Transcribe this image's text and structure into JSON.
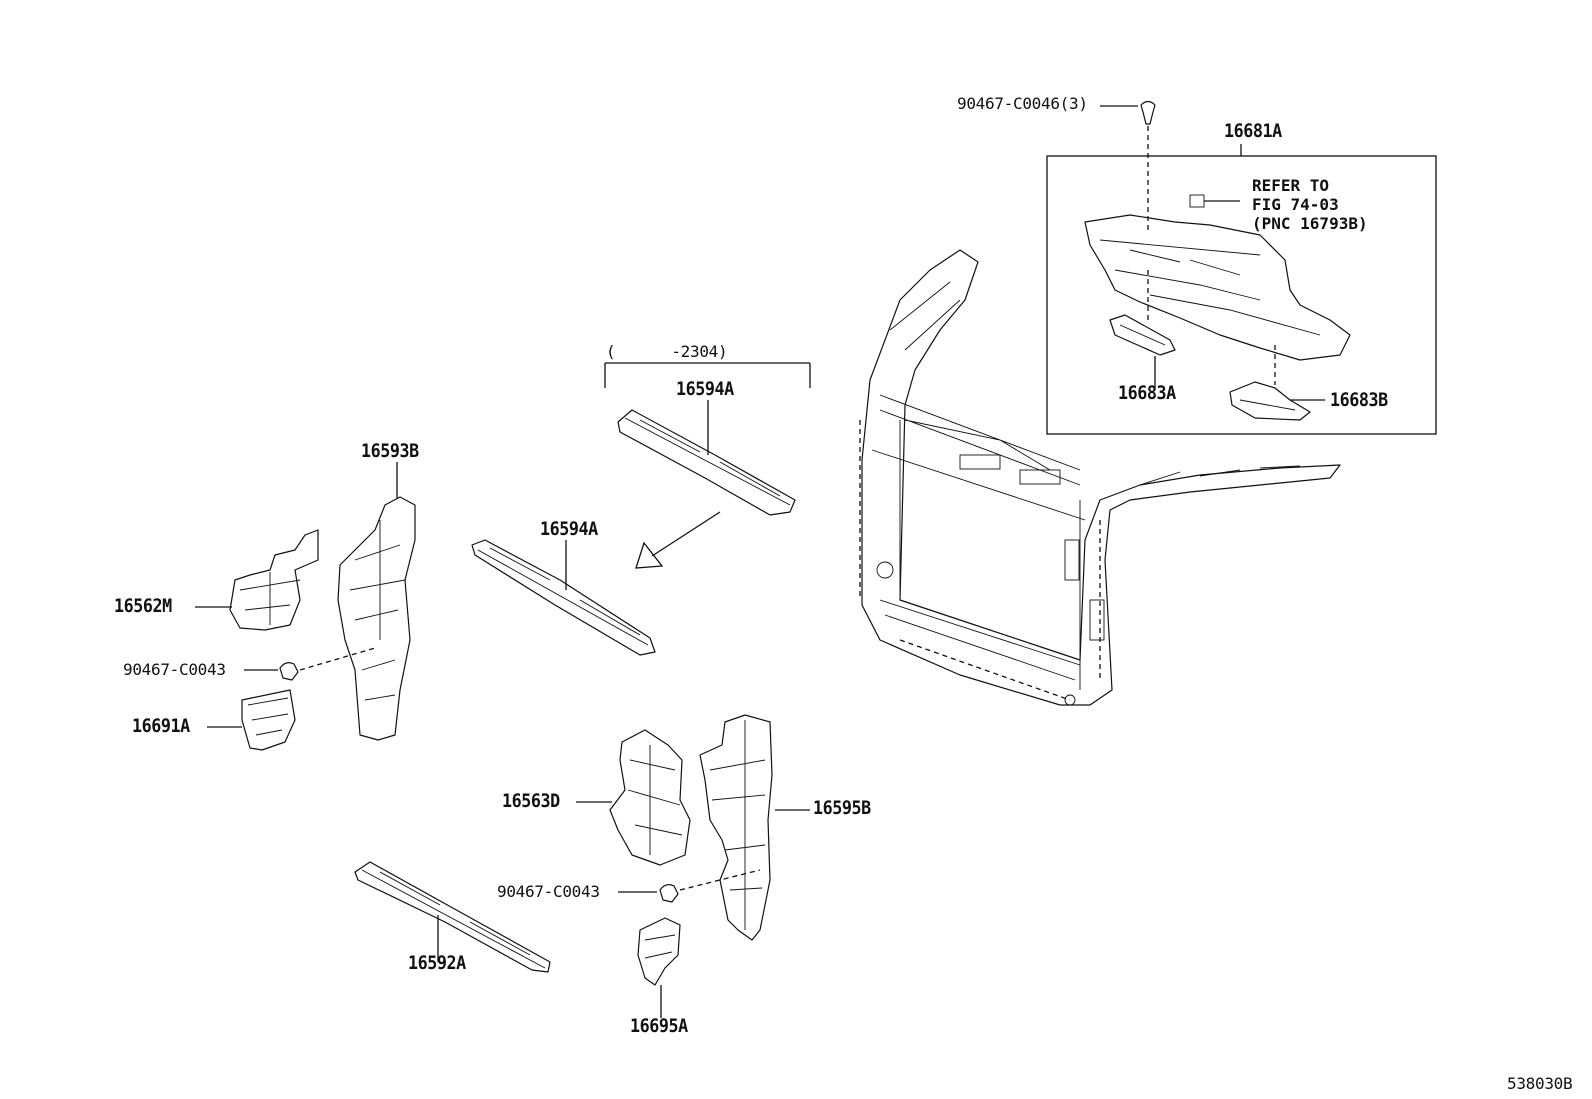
{
  "diagram_id": "538030B",
  "callouts": {
    "p16681A": "16681A",
    "p90467_C0046": "90467-C0046(3)",
    "refer_line1": "REFER TO",
    "refer_line2": "FIG 74-03",
    "refer_line3": "(PNC 16793B)",
    "p16683A": "16683A",
    "p16683B": "16683B",
    "date_range": "(      -2304)",
    "p16594A_top": "16594A",
    "p16594A_mid": "16594A",
    "p16593B": "16593B",
    "p16562M": "16562M",
    "p90467_C0043_left": "90467-C0043",
    "p16691A": "16691A",
    "p16563D": "16563D",
    "p16595B": "16595B",
    "p90467_C0043_bottom": "90467-C0043",
    "p16592A": "16592A",
    "p16695A": "16695A"
  }
}
